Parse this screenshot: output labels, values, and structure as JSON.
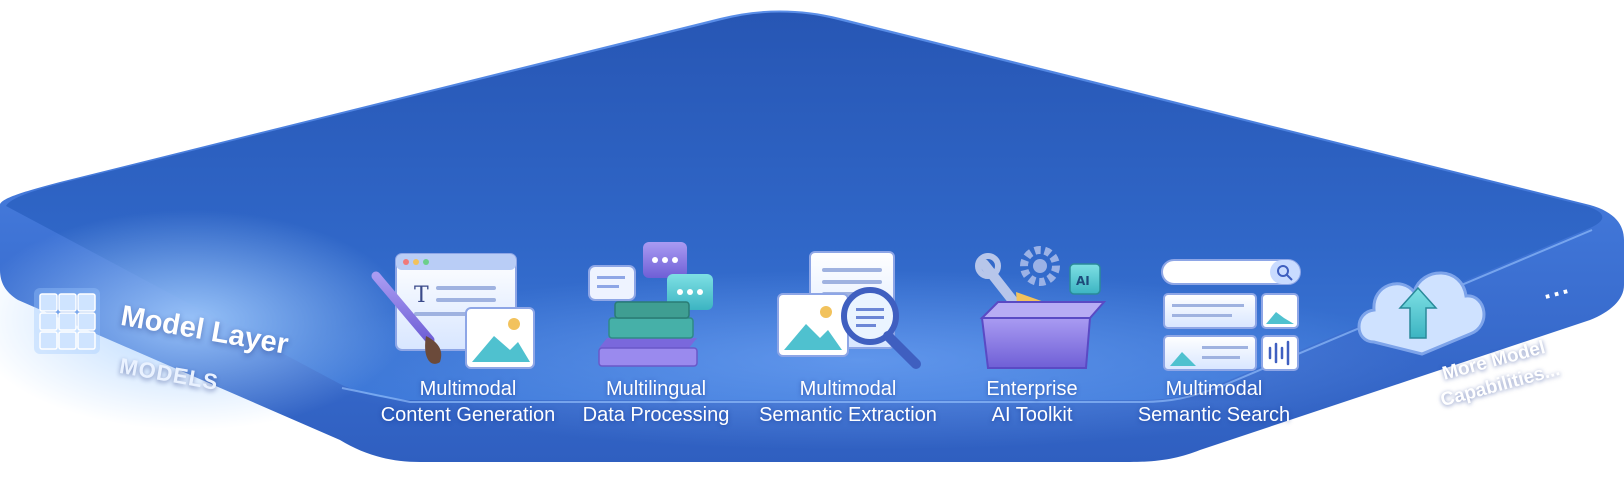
{
  "layer": {
    "title": "Model Layer",
    "subtitle": "MODELS",
    "icon": "cube-grid-icon"
  },
  "modules": [
    {
      "line1": "Multimodal",
      "line2": "Content Generation",
      "icon": "content-generation-icon"
    },
    {
      "line1": "Multilingual",
      "line2": "Data Processing",
      "icon": "data-processing-icon"
    },
    {
      "line1": "Multimodal",
      "line2": "Semantic Extraction",
      "icon": "semantic-extraction-icon"
    },
    {
      "line1": "Enterprise",
      "line2": "AI Toolkit",
      "icon": "ai-toolkit-icon"
    },
    {
      "line1": "Multimodal",
      "line2": "Semantic Search",
      "icon": "semantic-search-icon"
    }
  ],
  "more": {
    "line1": "More Model",
    "line2": "Capabilities...",
    "ellipsis": "...",
    "icon": "cloud-upload-icon"
  },
  "colors": {
    "platform_top": "#2d5cb8",
    "platform_edge": "#4a7ee0",
    "highlight": "#8fc0ff",
    "icon_purple": "#8d7de8",
    "icon_teal": "#5fd0d6"
  }
}
